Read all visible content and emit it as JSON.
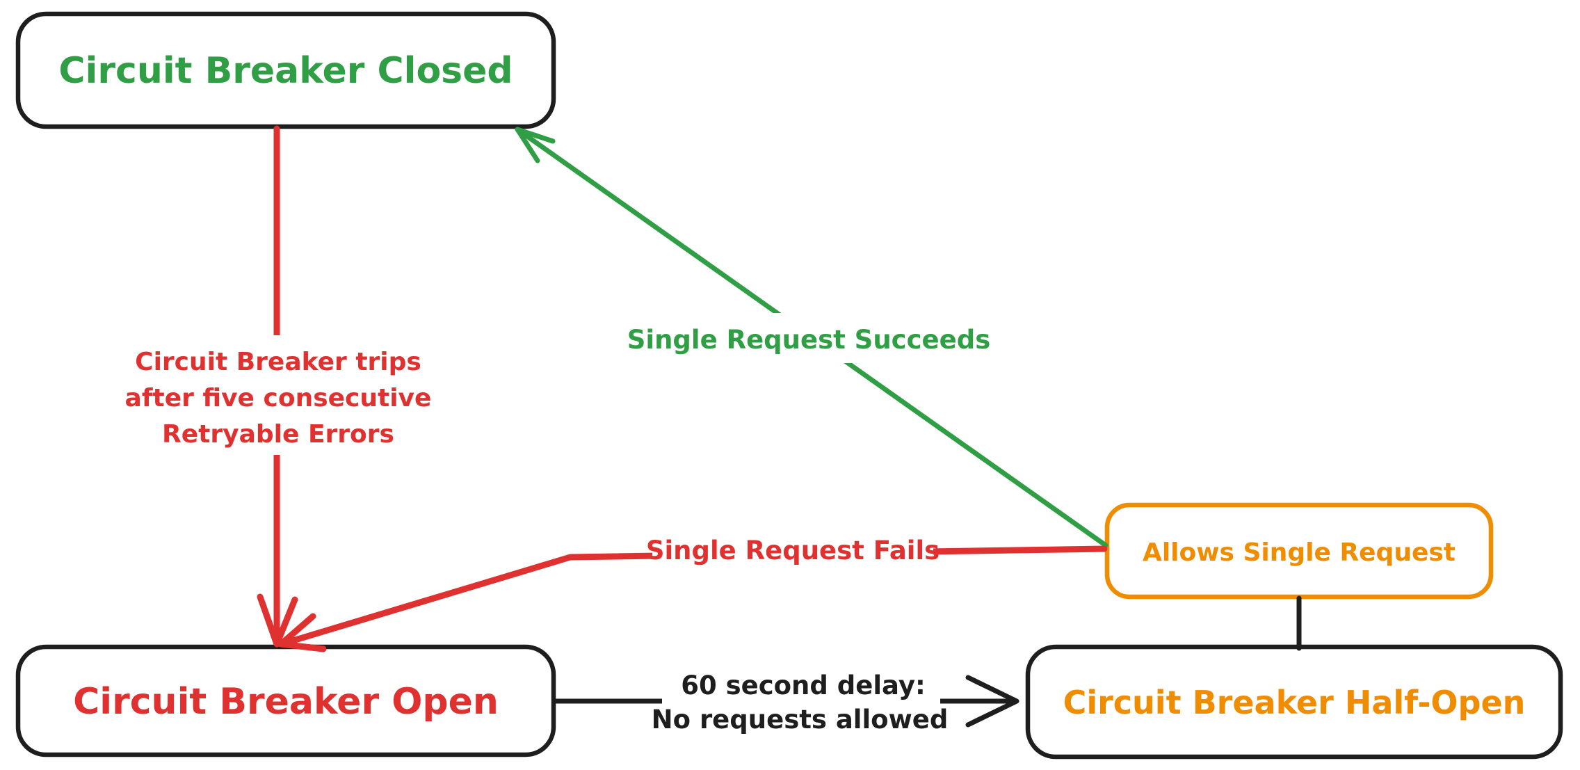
{
  "diagram": {
    "kind": "state-machine",
    "subject": "Circuit Breaker"
  },
  "palette": {
    "background": "#ffffff",
    "ink": "#1e1e1e",
    "red": "#e03131",
    "green": "#2f9e44",
    "orange": "#f08c00"
  },
  "nodes": {
    "closed": {
      "label": "Circuit Breaker Closed",
      "text_color": "#2f9e44",
      "border_color": "#1e1e1e"
    },
    "open": {
      "label": "Circuit Breaker Open",
      "text_color": "#e03131",
      "border_color": "#1e1e1e"
    },
    "half_open": {
      "label": "Circuit Breaker Half-Open",
      "text_color": "#f08c00",
      "border_color": "#1e1e1e"
    },
    "allows_single_request": {
      "label": "Allows Single Request",
      "text_color": "#f08c00",
      "border_color": "#f08c00"
    }
  },
  "edges": {
    "trip": {
      "from": "closed",
      "to": "open",
      "color": "#e03131",
      "label_lines": [
        "Circuit Breaker trips",
        "after five consecutive",
        "Retryable Errors"
      ]
    },
    "single_request_succeeds": {
      "from": "allows_single_request",
      "to": "closed",
      "color": "#2f9e44",
      "label": "Single Request Succeeds"
    },
    "single_request_fails": {
      "from": "allows_single_request",
      "to": "open",
      "color": "#e03131",
      "label": "Single Request Fails"
    },
    "delay": {
      "from": "open",
      "to": "half_open",
      "color": "#1e1e1e",
      "label_lines": [
        "60 second delay:",
        "No requests allowed"
      ]
    },
    "half_open_connector": {
      "from": "half_open",
      "to": "allows_single_request",
      "color": "#1e1e1e"
    }
  }
}
